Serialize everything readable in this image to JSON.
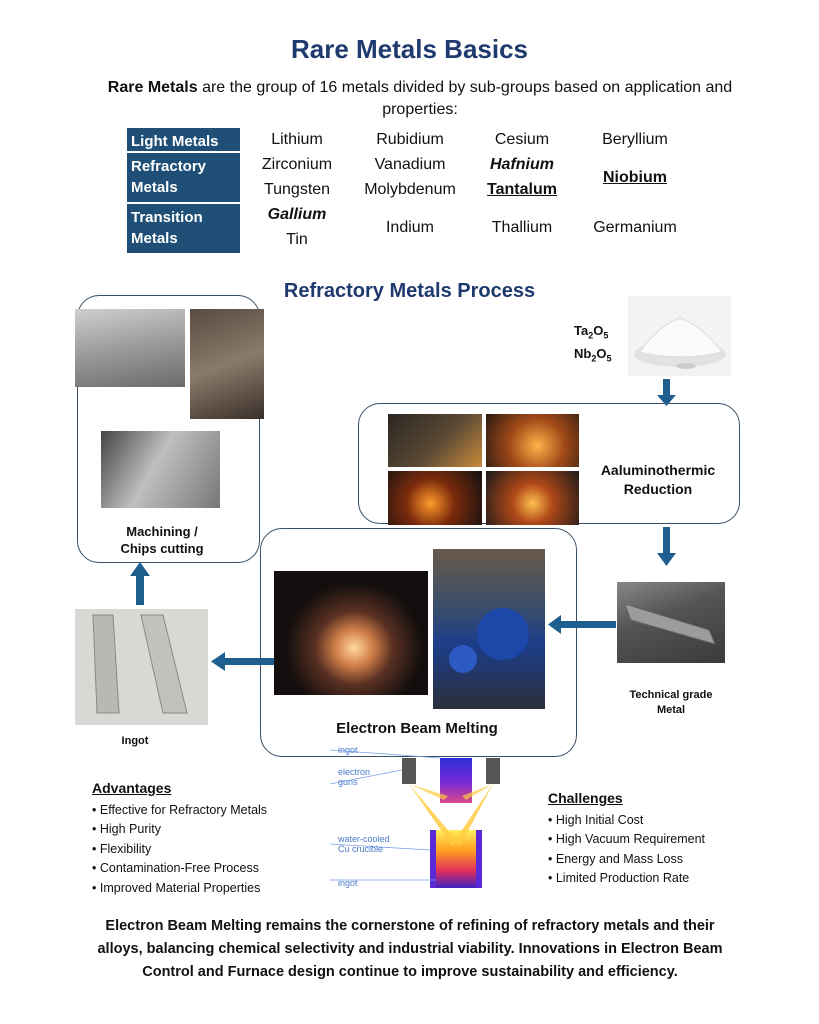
{
  "header": {
    "title": "Rare Metals Basics",
    "intro_bold": "Rare Metals",
    "intro_rest": " are the group of 16 metals divided by sub-groups based on application and properties:"
  },
  "table": {
    "light": {
      "label": "Light Metals",
      "metals": [
        "Lithium",
        "Rubidium",
        "Cesium",
        "Beryllium"
      ]
    },
    "refractory": {
      "label": "Refractory Metals",
      "metals": [
        "Zirconium",
        "Vanadium",
        "Hafnium",
        "Niobium",
        "Tungsten",
        "Molybdenum",
        "Tantalum"
      ]
    },
    "transition": {
      "label": "Transition Metals",
      "metals": [
        "Gallium",
        "Indium",
        "Thallium",
        "Germanium",
        "Tin"
      ]
    }
  },
  "process": {
    "title": "Refractory Metals Process",
    "oxide_1": "Ta",
    "oxide_1_sub": "2",
    "oxide_1_end": "O",
    "oxide_1_sub2": "5",
    "oxide_2": "Nb",
    "oxide_2_sub": "2",
    "oxide_2_end": "O",
    "oxide_2_sub2": "5",
    "reduction_line1": "Aaluminothermic",
    "reduction_line2": "Reduction",
    "technical_line1": "Technical grade",
    "technical_line2": "Metal",
    "ebm_label": "Electron Beam Melting",
    "ingot_label": "Ingot",
    "machining_line1": "Machining /",
    "machining_line2": "Chips cutting"
  },
  "diagram": {
    "label_ingot_top": "ingot",
    "label_guns_1": "electron",
    "label_guns_2": "guns",
    "label_crucible_1": "water-cooled",
    "label_crucible_2": "Cu   crucible",
    "label_ingot_bottom": "ingot"
  },
  "advantages": {
    "heading": "Advantages",
    "items": [
      "Effective for Refractory Metals",
      "High Purity",
      "Flexibility",
      "Contamination-Free Process",
      "Improved Material Properties"
    ]
  },
  "challenges": {
    "heading": "Challenges",
    "items": [
      "High Initial Cost",
      "High Vacuum Requirement",
      "Energy and Mass Loss",
      "Limited Production Rate"
    ]
  },
  "summary": "Electron Beam Melting remains the cornerstone of refining of refractory metals and their alloys, balancing chemical selectivity and industrial viability. Innovations in Electron Beam Control and Furnace design continue to improve sustainability and efficiency.",
  "colors": {
    "title": "#1f3a6e",
    "category_bg": "#1f4f76",
    "arrow": "#1f5f8f"
  }
}
